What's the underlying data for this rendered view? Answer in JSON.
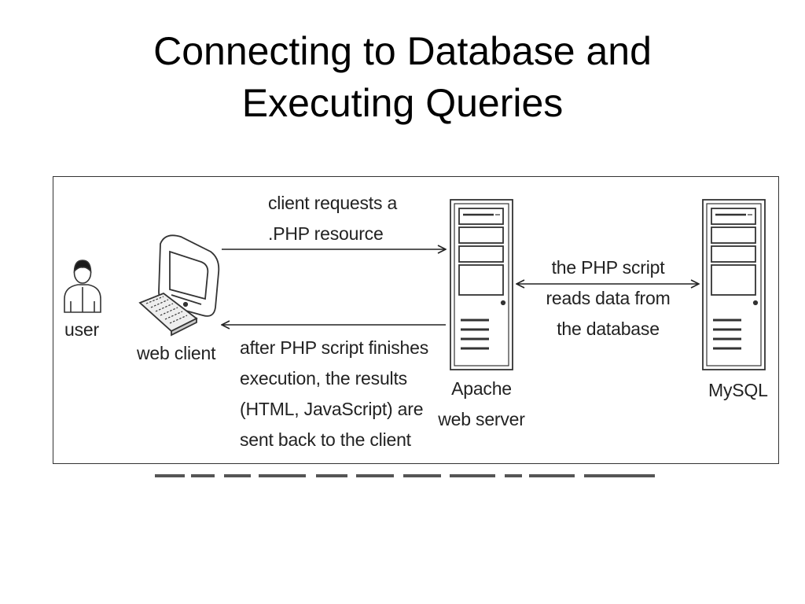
{
  "slide": {
    "title_lines": [
      "Connecting to Database and",
      "Executing Queries"
    ]
  },
  "diagram": {
    "nodes": {
      "user": "user",
      "web_client": "web client",
      "apache": [
        "Apache",
        "web server"
      ],
      "mysql": "MySQL"
    },
    "edges": {
      "request": [
        "client requests a",
        ".PHP resource"
      ],
      "response": [
        "after PHP script finishes",
        "execution, the results",
        "(HTML, JavaScript) are",
        "sent back to the client"
      ],
      "db": [
        "the PHP script",
        "reads data from",
        "the database"
      ]
    }
  },
  "colors": {
    "ink": "#222222",
    "border": "#333333",
    "background": "#ffffff"
  }
}
